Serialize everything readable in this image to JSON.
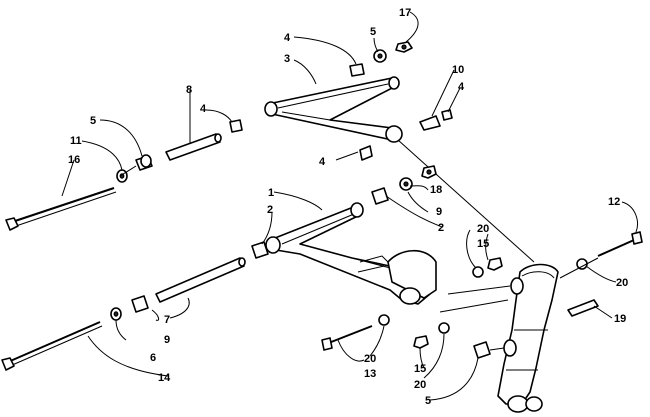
{
  "callouts": [
    {
      "id": "c1",
      "text": "1"
    },
    {
      "id": "c2a",
      "text": "2"
    },
    {
      "id": "c2b",
      "text": "2"
    },
    {
      "id": "c3",
      "text": "3"
    },
    {
      "id": "c4a",
      "text": "4"
    },
    {
      "id": "c4b",
      "text": "4"
    },
    {
      "id": "c4c",
      "text": "4"
    },
    {
      "id": "c4d",
      "text": "4"
    },
    {
      "id": "c5a",
      "text": "5"
    },
    {
      "id": "c5b",
      "text": "5"
    },
    {
      "id": "c5c",
      "text": "5"
    },
    {
      "id": "c6",
      "text": "6"
    },
    {
      "id": "c7",
      "text": "7"
    },
    {
      "id": "c8",
      "text": "8"
    },
    {
      "id": "c9a",
      "text": "9"
    },
    {
      "id": "c9b",
      "text": "9"
    },
    {
      "id": "c10",
      "text": "10"
    },
    {
      "id": "c11",
      "text": "11"
    },
    {
      "id": "c12",
      "text": "12"
    },
    {
      "id": "c13",
      "text": "13"
    },
    {
      "id": "c14",
      "text": "14"
    },
    {
      "id": "c15a",
      "text": "15"
    },
    {
      "id": "c15b",
      "text": "15"
    },
    {
      "id": "c16",
      "text": "16"
    },
    {
      "id": "c17",
      "text": "17"
    },
    {
      "id": "c18",
      "text": "18"
    },
    {
      "id": "c19",
      "text": "19"
    },
    {
      "id": "c20a",
      "text": "20"
    },
    {
      "id": "c20b",
      "text": "20"
    },
    {
      "id": "c20c",
      "text": "20"
    },
    {
      "id": "c20d",
      "text": "20"
    }
  ]
}
